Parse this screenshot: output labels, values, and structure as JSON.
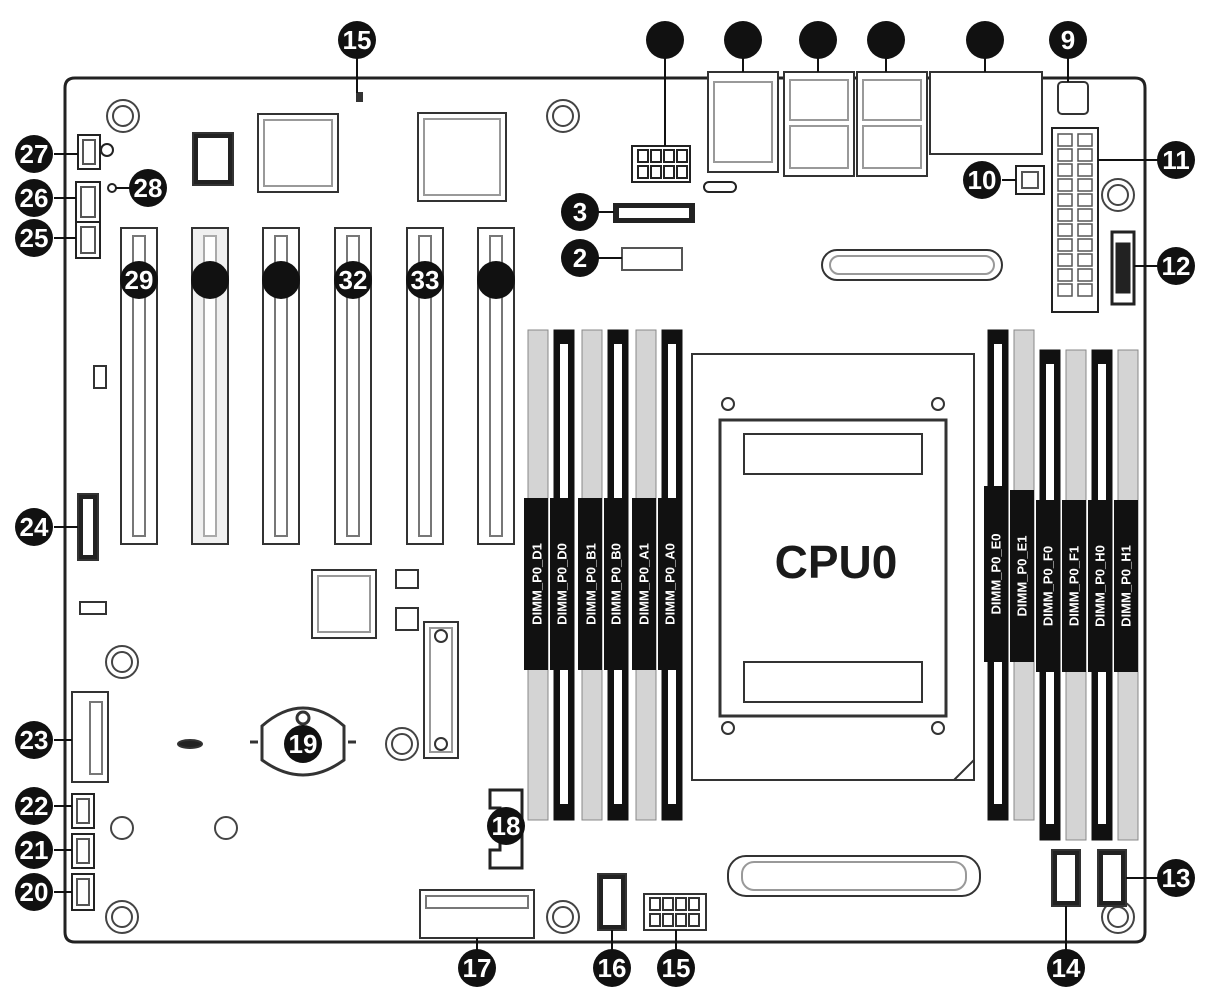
{
  "cpu_label": "CPU0",
  "dimm_labels": {
    "left": [
      "DIMM_P0_D1",
      "DIMM_P0_D0",
      "DIMM_P0_B1",
      "DIMM_P0_B0",
      "DIMM_P0_A1",
      "DIMM_P0_A0"
    ],
    "right": [
      "DIMM_P0_E0",
      "DIMM_P0_E1",
      "DIMM_P0_F0",
      "DIMM_P0_F1",
      "DIMM_P0_H0",
      "DIMM_P0_H1"
    ]
  },
  "callouts": {
    "c15_top": "15",
    "c9": "9",
    "c3": "3",
    "c2": "2",
    "c10": "10",
    "c11": "11",
    "c12": "12",
    "c13": "13",
    "c14": "14",
    "c15_bottom": "15",
    "c16": "16",
    "c17": "17",
    "c18": "18",
    "c19": "19",
    "c20": "20",
    "c21": "21",
    "c22": "22",
    "c23": "23",
    "c24": "24",
    "c25": "25",
    "c26": "26",
    "c27": "27",
    "c28": "28",
    "c29": "29",
    "c32": "32",
    "c33": "33"
  },
  "colors": {
    "ink": "#111111",
    "board": "#ffffff",
    "slot_dark": "#111111",
    "slot_light": "#cfcfcf"
  }
}
